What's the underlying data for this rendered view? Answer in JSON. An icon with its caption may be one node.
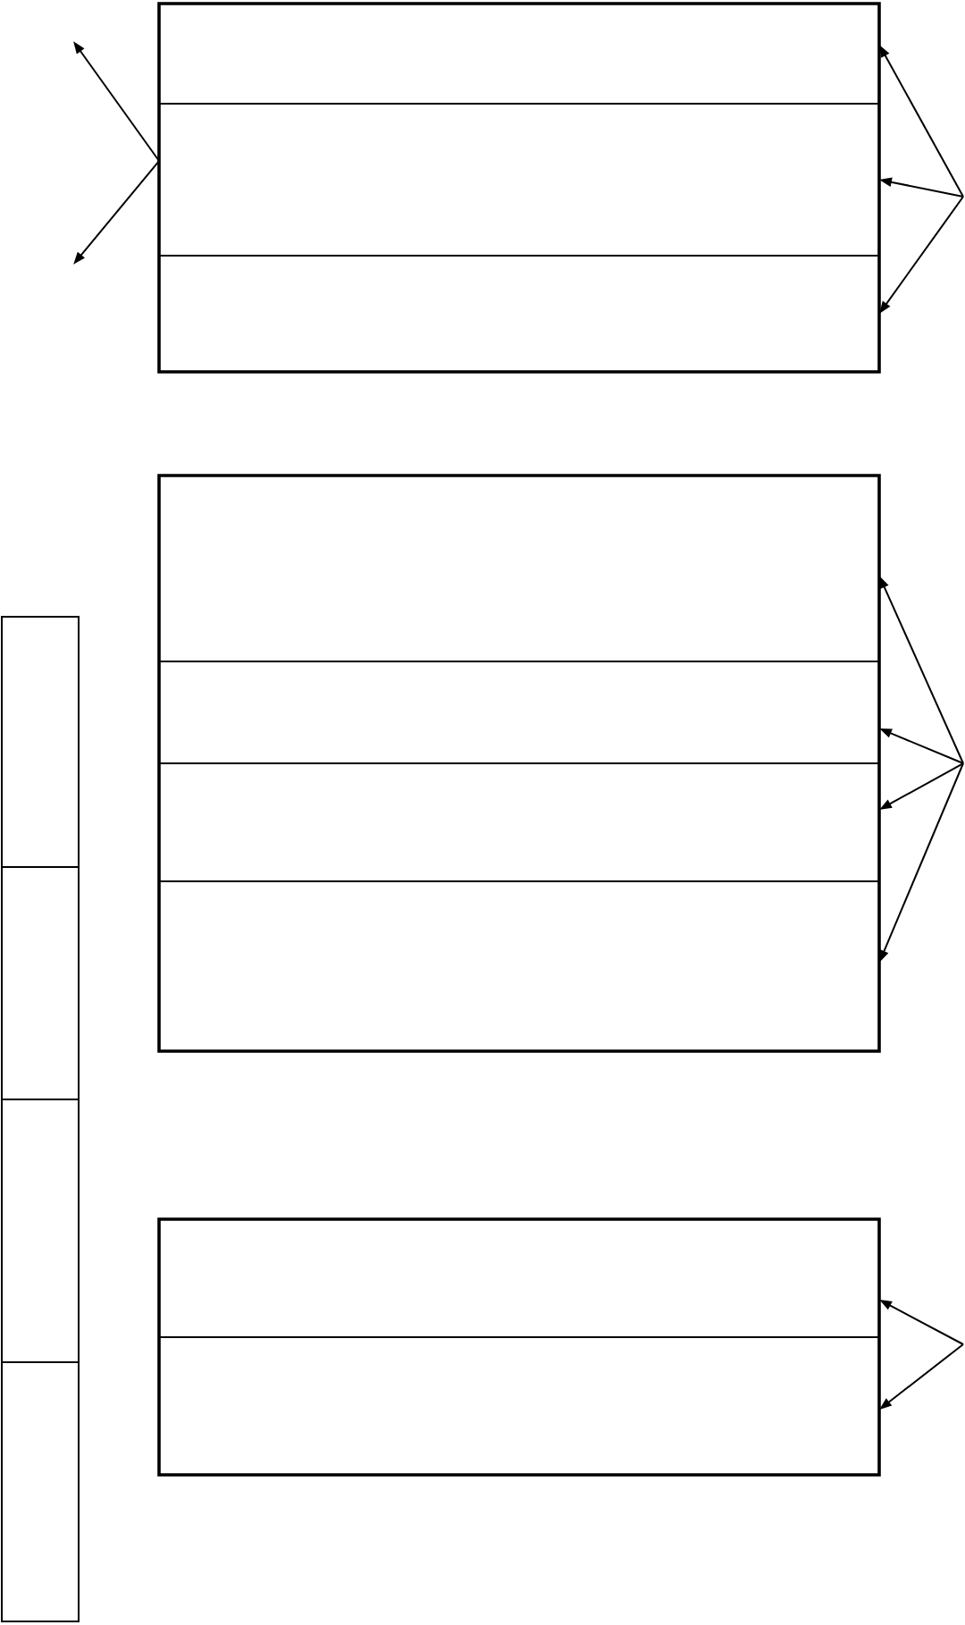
{
  "diagram": {
    "nodes": [
      {
        "text": [],
        "shape": "box"
      },
      {
        "text": [],
        "shape": "box",
        "in": 0
      },
      {
        "text": [],
        "shape": "box",
        "in": 0
      },
      {
        "text": [],
        "shape": "box",
        "in": 0
      },
      {
        "text": [],
        "shape": "box"
      },
      {
        "text": [],
        "shape": "box",
        "in": 4
      },
      {
        "text": [],
        "shape": "box",
        "in": 4
      },
      {
        "text": [],
        "shape": "box",
        "in": 4
      },
      {
        "text": [],
        "shape": "box",
        "in": 4
      },
      {
        "text": [],
        "shape": "box"
      },
      {
        "text": [],
        "shape": "box",
        "in": 9
      },
      {
        "text": [],
        "shape": "box",
        "in": 9
      },
      {
        "text": [],
        "shape": "box"
      },
      {
        "text": [],
        "shape": "box",
        "in": 12
      },
      {
        "text": [],
        "shape": "box",
        "in": 12
      },
      {
        "text": [],
        "shape": "box",
        "in": 12
      },
      {
        "text": [],
        "shape": "box",
        "in": 12
      }
    ],
    "edges": [
      {
        "from": 2,
        "to": null,
        "arrow": "to"
      },
      {
        "from": 2,
        "to": null,
        "arrow": "to"
      },
      {
        "from": null,
        "to": 1,
        "arrow": "to"
      },
      {
        "from": null,
        "to": 2,
        "arrow": "to"
      },
      {
        "from": null,
        "to": 3,
        "arrow": "to"
      },
      {
        "from": null,
        "to": 5,
        "arrow": "to"
      },
      {
        "from": null,
        "to": 6,
        "arrow": "to"
      },
      {
        "from": null,
        "to": 7,
        "arrow": "to"
      },
      {
        "from": null,
        "to": 8,
        "arrow": "to"
      },
      {
        "from": null,
        "to": 10,
        "arrow": "to"
      },
      {
        "from": null,
        "to": 11,
        "arrow": "to"
      }
    ]
  }
}
